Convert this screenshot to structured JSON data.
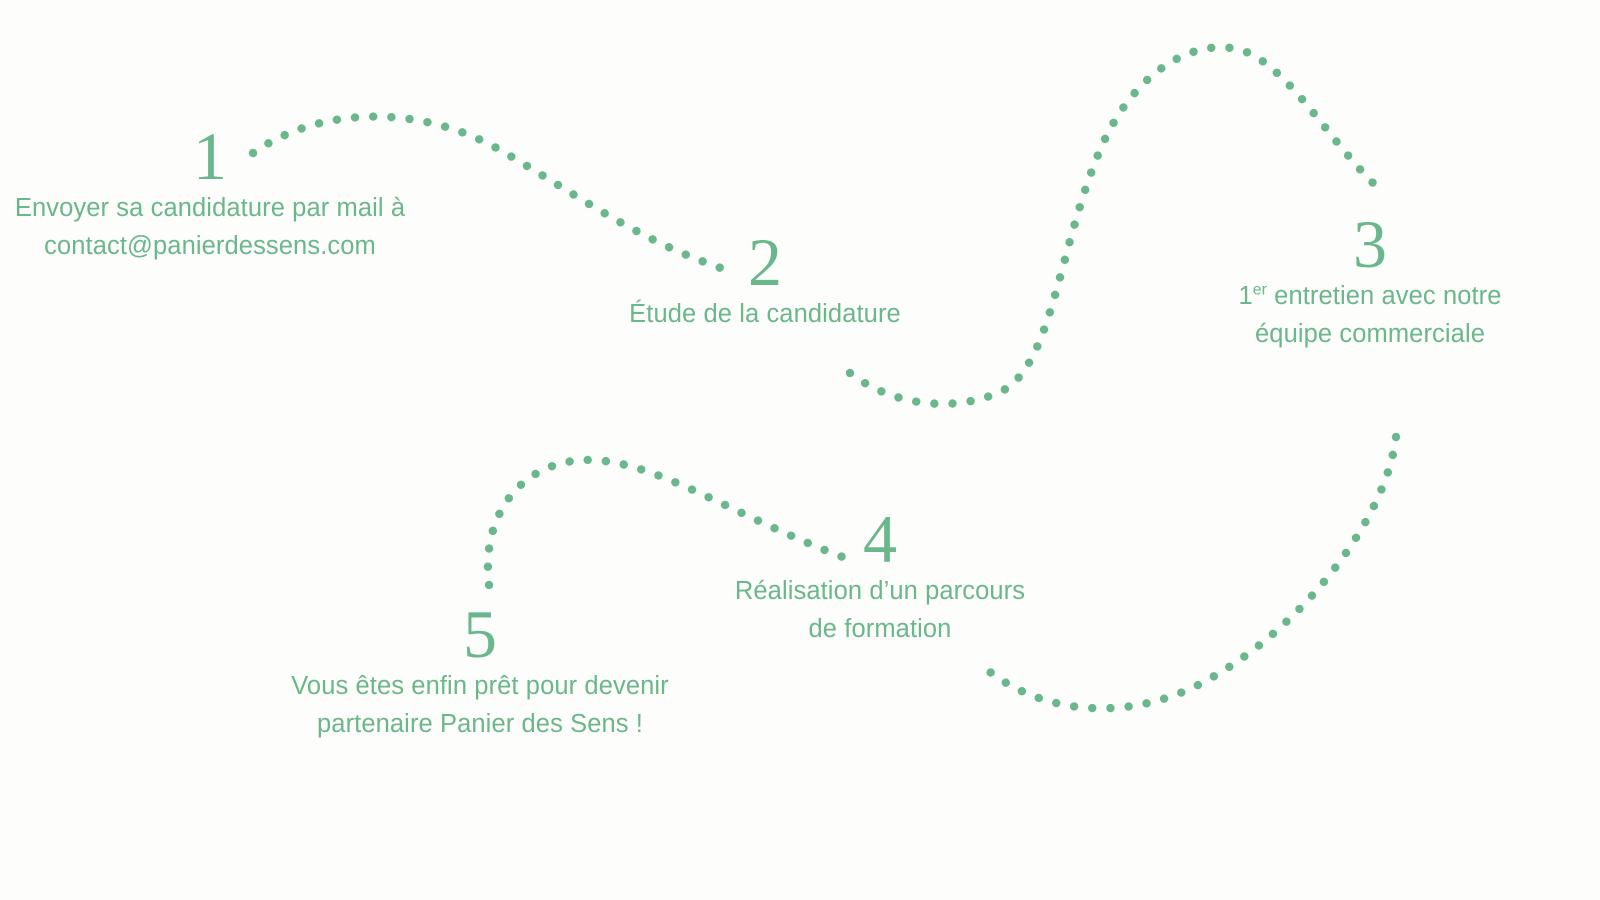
{
  "page": {
    "title": "Processus de candidature partenaire",
    "background_color": "#fdfdfc",
    "accent_color": "#6ab78b"
  },
  "steps": [
    {
      "number": "1",
      "label": "Envoyer sa candidature par mail à\ncontact@panierdessens.com",
      "label_line1": "Envoyer sa candidature par mail à",
      "label_line2": "contact@panierdessens.com"
    },
    {
      "number": "2",
      "label": "Étude de la candidature",
      "label_line1": "Étude de la candidature",
      "label_line2": ""
    },
    {
      "number": "3",
      "label_prefix": "1",
      "label_sup": "er",
      "label_rest": " entretien avec notre",
      "label_line2": "équipe commerciale"
    },
    {
      "number": "4",
      "label": "Réalisation d’un parcours\nde formation",
      "label_line1": "Réalisation d’un parcours",
      "label_line2": "de formation"
    },
    {
      "number": "5",
      "label": "Vous êtes enfin prêt pour devenir\npartenaire Panier des Sens !",
      "label_line1": "Vous êtes enfin prêt pour devenir",
      "label_line2": "partenaire Panier des Sens !"
    }
  ],
  "connectors": [
    {
      "name": "connector-1-to-2",
      "from_step": "1",
      "to_step": "2"
    },
    {
      "name": "connector-2-to-3",
      "from_step": "2",
      "to_step": "3"
    },
    {
      "name": "connector-3-to-4",
      "from_step": "3",
      "to_step": "4"
    },
    {
      "name": "connector-5-to-4",
      "from_step": "5",
      "to_step": "4"
    }
  ]
}
